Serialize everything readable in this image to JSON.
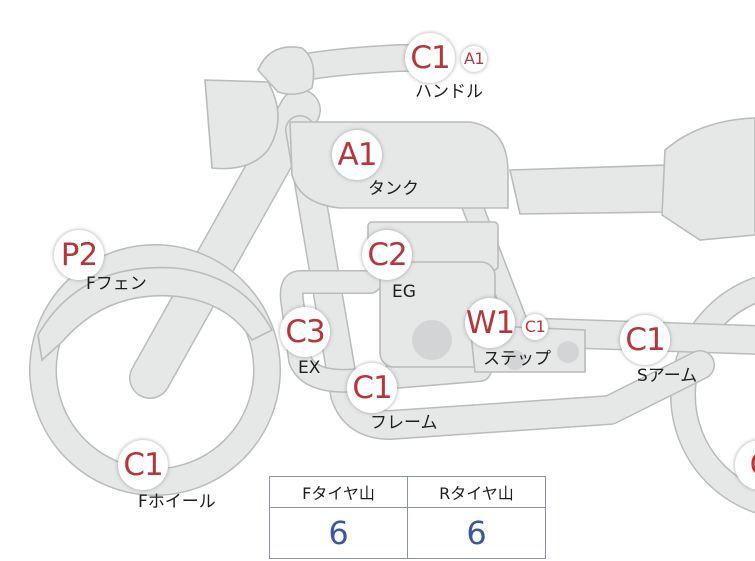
{
  "parts": [
    {
      "id": "handle",
      "label": "ハンドル",
      "badges": [
        "C1",
        "A1"
      ]
    },
    {
      "id": "tank",
      "label": "タンク",
      "badges": [
        "A1"
      ]
    },
    {
      "id": "f-fender",
      "label": "Fフェン",
      "badges": [
        "P2"
      ]
    },
    {
      "id": "engine",
      "label": "EG",
      "badges": [
        "C2"
      ]
    },
    {
      "id": "exhaust",
      "label": "EX",
      "badges": [
        "C3"
      ]
    },
    {
      "id": "step",
      "label": "ステップ",
      "badges": [
        "W1",
        "C1"
      ]
    },
    {
      "id": "s-arm",
      "label": "Sアーム",
      "badges": [
        "C1"
      ]
    },
    {
      "id": "frame",
      "label": "フレーム",
      "badges": [
        "C1"
      ]
    },
    {
      "id": "f-wheel",
      "label": "Fホイール",
      "badges": [
        "C1"
      ]
    },
    {
      "id": "r-wheel",
      "label": "",
      "badges": [
        "C"
      ]
    }
  ],
  "tread_table": {
    "headers": [
      "Fタイヤ山",
      "Rタイヤ山"
    ],
    "values": [
      "6",
      "6"
    ]
  },
  "colors": {
    "badge_text": "#b5373c",
    "part_fill": "#e6e7e7",
    "part_outline": "#b9bbbc",
    "table_value": "#3a57a2",
    "table_border": "#8a93a8"
  }
}
